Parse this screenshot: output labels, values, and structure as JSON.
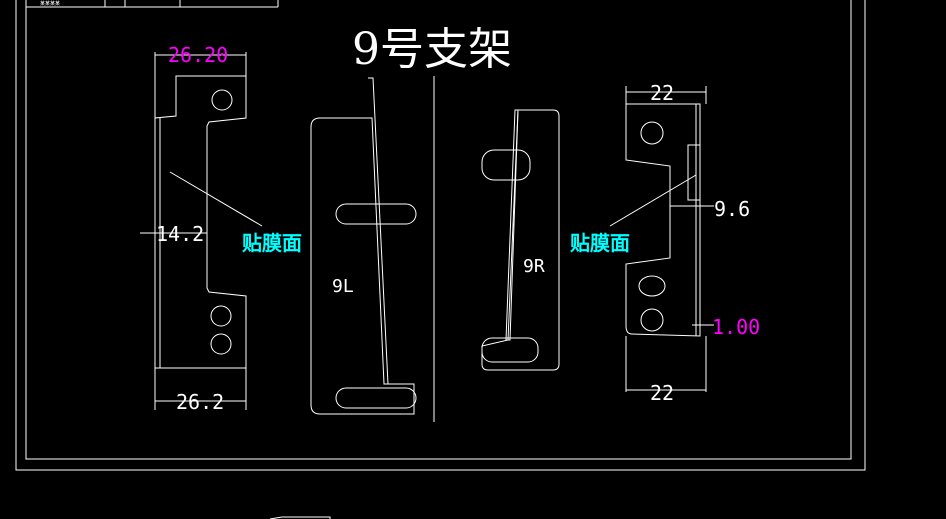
{
  "drawing": {
    "title": "9号支架",
    "title_block_text": "某某某某"
  },
  "part_left": {
    "dim_top": "26.20",
    "dim_middle": "14.2",
    "dim_bottom": "26.2",
    "film_label": "贴膜面"
  },
  "part_center_left": {
    "mark": "9L"
  },
  "part_center_right": {
    "mark": "9R"
  },
  "part_right": {
    "dim_top": "22",
    "dim_side": "9.6",
    "dim_thickness": "1.00",
    "dim_bottom": "22",
    "film_label": "贴膜面"
  },
  "colors": {
    "background": "#000000",
    "line": "#ffffff",
    "dimension_magenta": "#ff00ff",
    "label_cyan": "#00ffff"
  }
}
